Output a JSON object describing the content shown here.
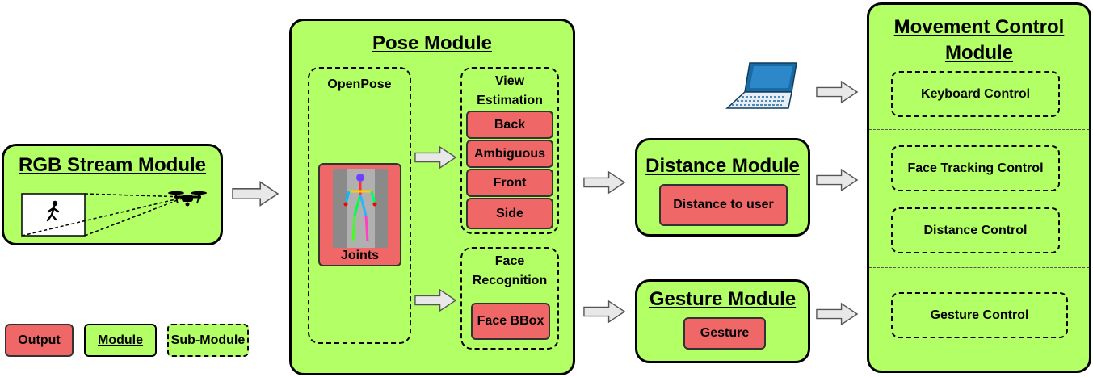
{
  "rgb_module": {
    "title": "RGB Stream Module",
    "icons": [
      "walking-person-icon",
      "drone-icon"
    ]
  },
  "pose_module": {
    "title": "Pose Module",
    "openpose": {
      "title": "OpenPose",
      "joints_label": "Joints",
      "icon": "skeleton-pose-image"
    },
    "view_estimation": {
      "title_line1": "View",
      "title_line2": "Estimation",
      "outputs": [
        "Back",
        "Ambiguous",
        "Front",
        "Side"
      ]
    },
    "face_recognition": {
      "title_line1": "Face",
      "title_line2": "Recognition",
      "output": "Face BBox"
    }
  },
  "distance_module": {
    "title": "Distance Module",
    "output": "Distance to user"
  },
  "gesture_module": {
    "title": "Gesture Module",
    "output": "Gesture"
  },
  "movement_module": {
    "title_line1": "Movement Control",
    "title_line2": "Module",
    "icon": "laptop-icon",
    "controls": [
      "Keyboard Control",
      "Face Tracking Control",
      "Distance Control",
      "Gesture Control"
    ]
  },
  "legend": {
    "output": "Output",
    "module": "Module",
    "submodule": "Sub-Module"
  },
  "colors": {
    "module_fill": "#b3ff66",
    "output_fill": "#f06767",
    "arrow_fill": "#e8e8e8",
    "laptop_blue": "#1a6aa3"
  }
}
